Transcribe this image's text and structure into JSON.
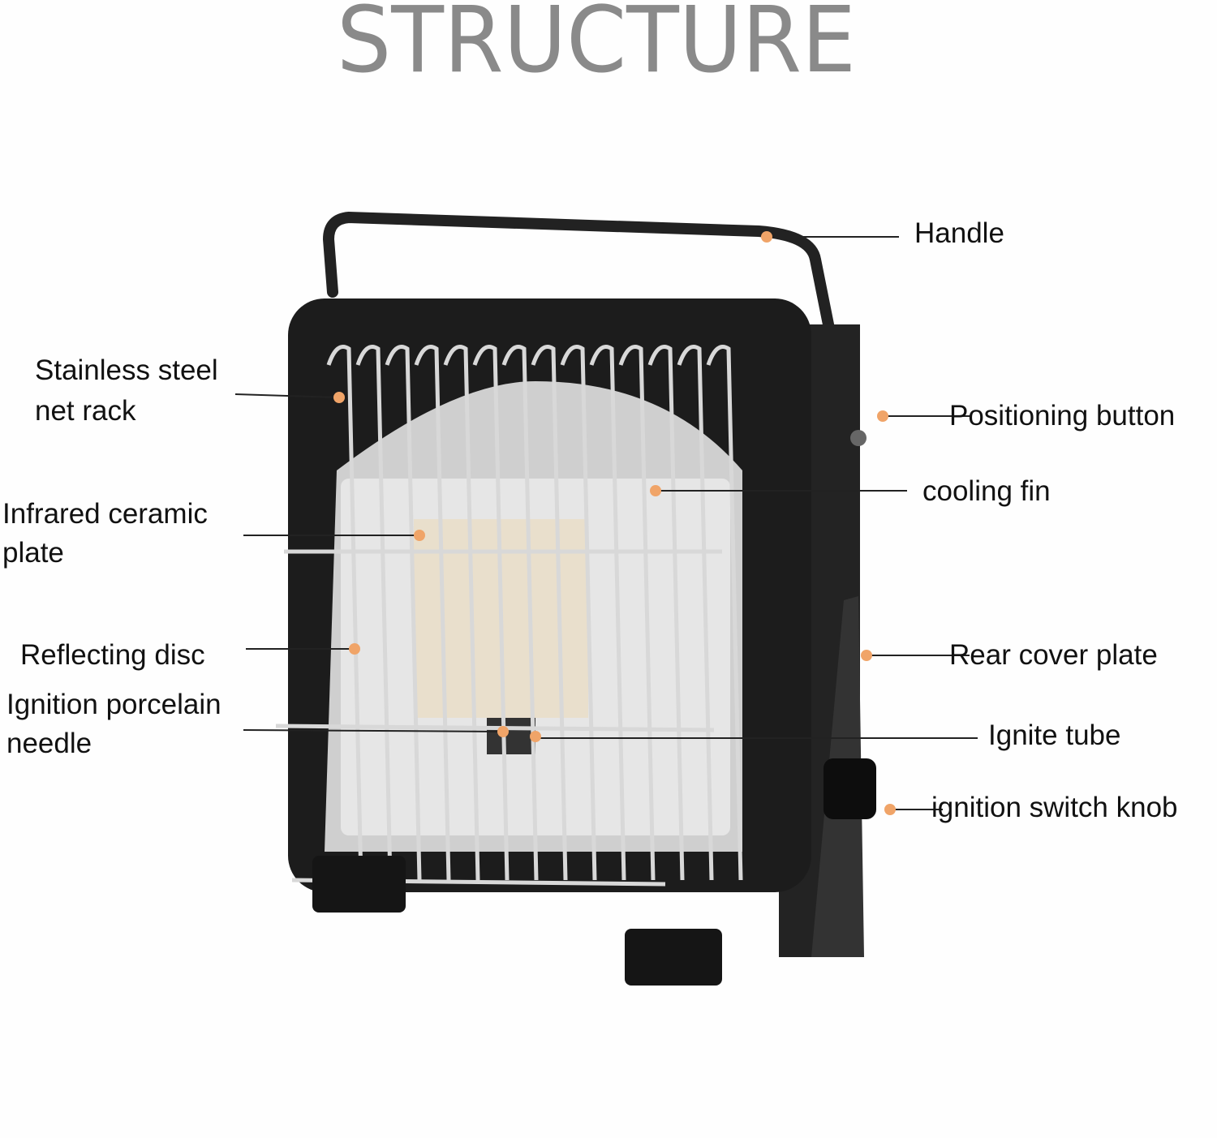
{
  "title": "STRUCTURE",
  "labels": {
    "handle": "Handle",
    "net_rack_1": "Stainless steel",
    "net_rack_2": "net rack",
    "positioning_button": "Positioning button",
    "cooling_fin": "cooling fin",
    "ceramic_plate_1": "Infrared ceramic",
    "ceramic_plate_2": "plate",
    "reflecting_disc": "Reflecting disc",
    "rear_cover": "Rear cover plate",
    "needle_1": "Ignition porcelain",
    "needle_2": "needle",
    "ignite_tube": "Ignite tube",
    "switch_knob": "ignition switch knob"
  },
  "colors": {
    "accent_dot": "#f0a468",
    "title": "#8a8a8a"
  }
}
